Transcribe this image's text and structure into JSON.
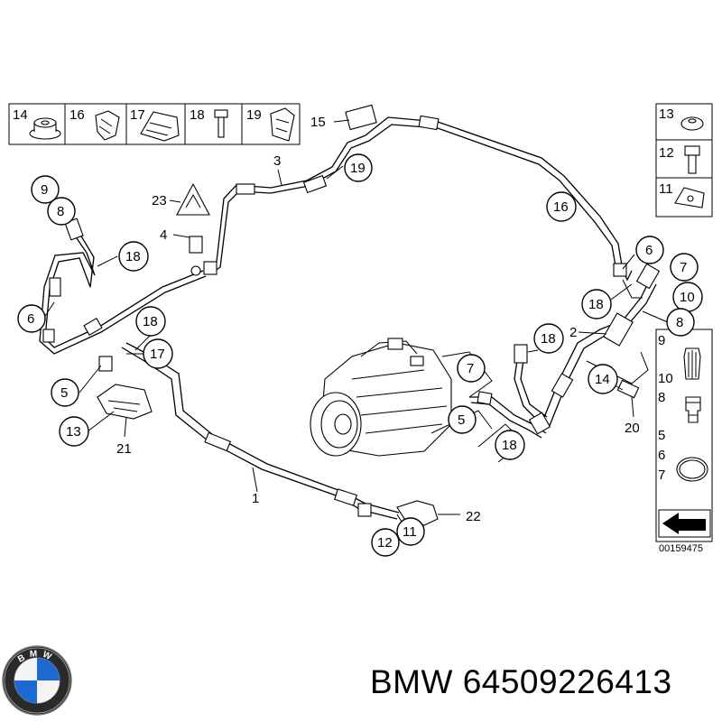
{
  "callouts": {
    "c14a": "14",
    "c16a": "16",
    "c17a": "17",
    "c18a": "18",
    "c19a": "19",
    "c15": "15",
    "c3": "3",
    "c19b": "19",
    "c23": "23",
    "c4": "4",
    "c9a": "9",
    "c8a": "8",
    "c18b": "18",
    "c6a": "6",
    "c18c": "18",
    "c17b": "17",
    "c5a": "5",
    "c13a": "13",
    "c21": "21",
    "c1": "1",
    "c22": "22",
    "c11a": "11",
    "c12a": "12",
    "c7a": "7",
    "c5b": "5",
    "c18d": "18",
    "c18e": "18",
    "c16b": "16",
    "c6b": "6",
    "c7b": "7",
    "c18f": "18",
    "c10a": "10",
    "c2": "2",
    "c8b": "8",
    "c14b": "14",
    "c20": "20"
  },
  "legend_right": {
    "l13": "13",
    "l12": "12",
    "l11": "11",
    "l9": "9",
    "l10": "10",
    "l8": "8",
    "l5": "5",
    "l6": "6",
    "l7": "7"
  },
  "drawing_number": "00159475",
  "brand": "BMW 64509226413",
  "logo_letters": "BMW"
}
